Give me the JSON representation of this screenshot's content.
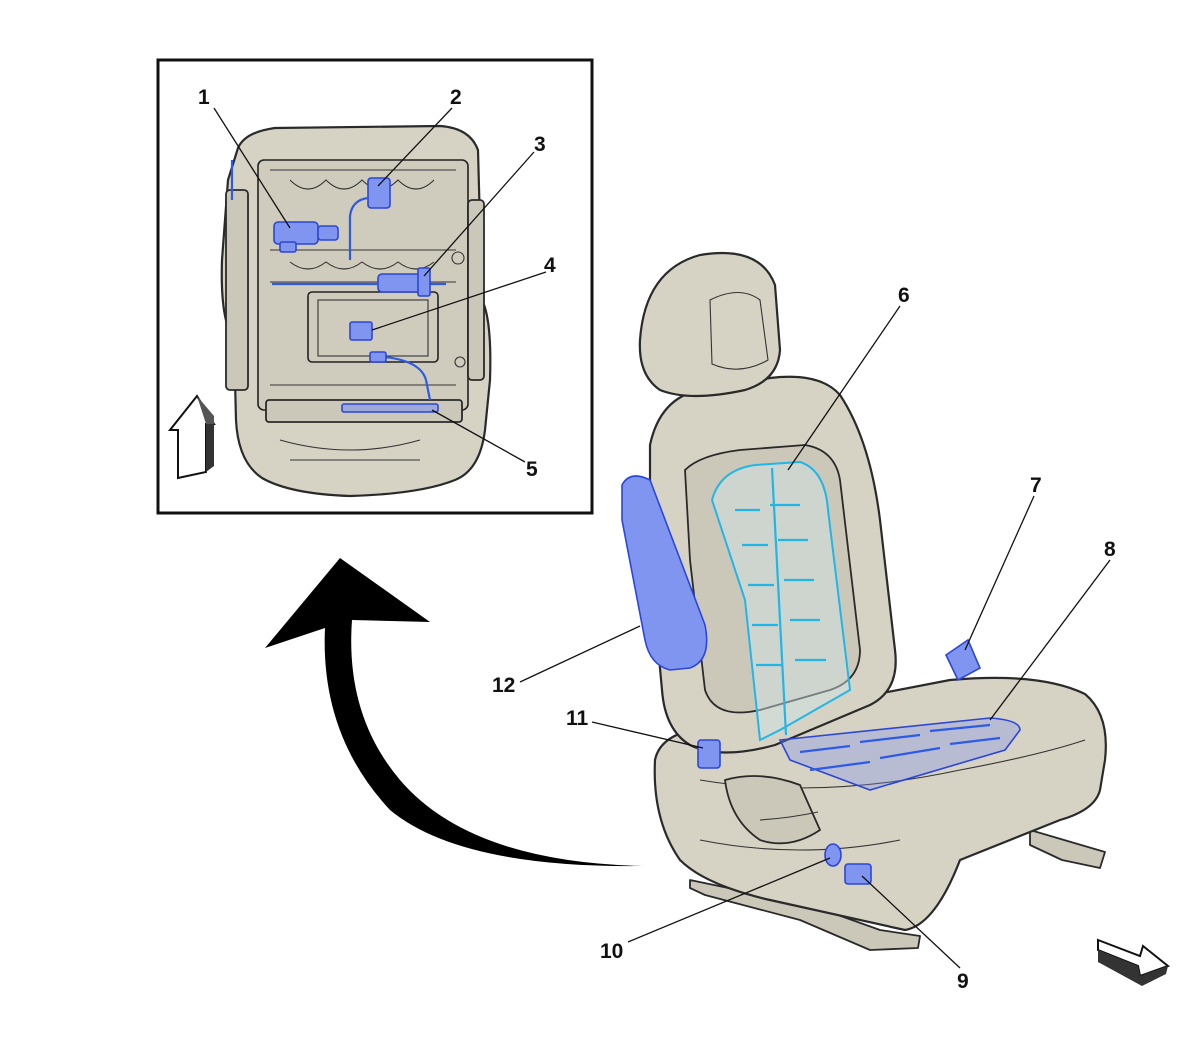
{
  "diagram": {
    "callouts": [
      {
        "id": "1",
        "label": "1"
      },
      {
        "id": "2",
        "label": "2"
      },
      {
        "id": "3",
        "label": "3"
      },
      {
        "id": "4",
        "label": "4"
      },
      {
        "id": "5",
        "label": "5"
      },
      {
        "id": "6",
        "label": "6"
      },
      {
        "id": "7",
        "label": "7"
      },
      {
        "id": "8",
        "label": "8"
      },
      {
        "id": "9",
        "label": "9"
      },
      {
        "id": "10",
        "label": "10"
      },
      {
        "id": "11",
        "label": "11"
      },
      {
        "id": "12",
        "label": "12"
      }
    ],
    "icons": {
      "orientation_arrow_up": "hollow-up-arrow-icon",
      "orientation_arrow_forward": "hollow-forward-arrow-icon",
      "view_transition_arrow": "curved-arrow-icon"
    },
    "colors": {
      "seat_fill": "#d6d2c4",
      "module_blue": "#7f95f0",
      "heater_cyan": "#22b6e6",
      "line_dark": "#2a2a2a"
    }
  }
}
